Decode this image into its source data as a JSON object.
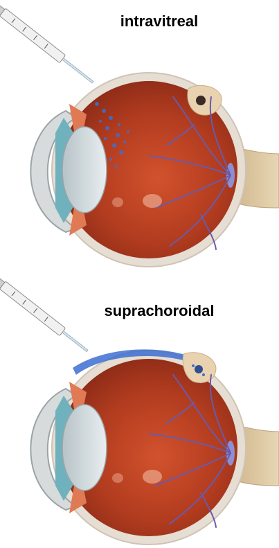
{
  "panels": [
    {
      "label": "intravitreal"
    },
    {
      "label": "suprachoroidal"
    }
  ],
  "colors": {
    "retina": "#b83a1e",
    "sclera": "#e6ddd3",
    "optic_nerve": "#ddc7a3",
    "vessels": "#6b5aa8",
    "drug_blue": "#3d6fd0"
  },
  "icons": [
    "syringe-icon",
    "eye-cross-section",
    "optic-nerve",
    "lens",
    "drug-dispersion"
  ]
}
